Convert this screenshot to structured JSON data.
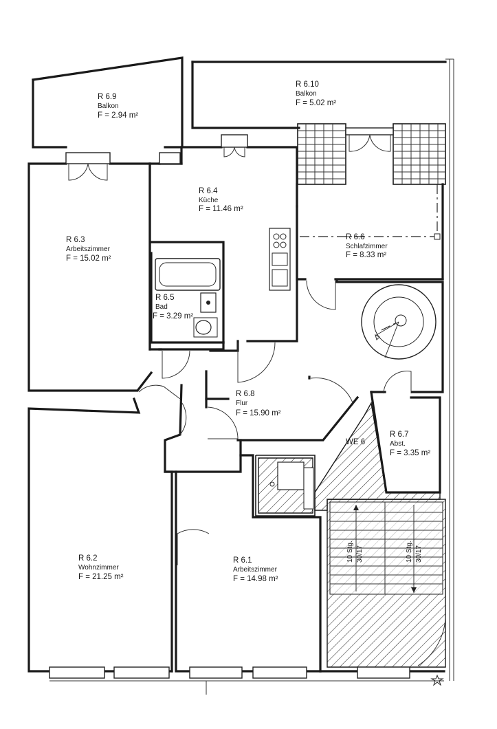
{
  "rooms": {
    "r6_9": {
      "id": "R 6.9",
      "name": "Balkon",
      "area": "F = 2.94 m²"
    },
    "r6_10": {
      "id": "R 6.10",
      "name": "Balkon",
      "area": "F = 5.02 m²"
    },
    "r6_3": {
      "id": "R 6.3",
      "name": "Arbeitszimmer",
      "area": "F = 15.02 m²"
    },
    "r6_4": {
      "id": "R 6.4",
      "name": "Küche",
      "area": "F = 11.46 m²"
    },
    "r6_6": {
      "id": "R 6.6",
      "name": "Schlafzimmer",
      "area": "F = 8.33 m²"
    },
    "r6_5": {
      "id": "R 6.5",
      "name": "Bad",
      "area": "F = 3.29 m²"
    },
    "r6_8": {
      "id": "R 6.8",
      "name": "Flur",
      "area": "F = 15.90 m²"
    },
    "r6_7": {
      "id": "R 6.7",
      "name": "Abst.",
      "area": "F = 3.35 m²"
    },
    "r6_2": {
      "id": "R 6.2",
      "name": "Wohnzimmer",
      "area": "F = 21.25 m²"
    },
    "r6_1": {
      "id": "R 6.1",
      "name": "Arbeitszimmer",
      "area": "F = 14.98 m²"
    }
  },
  "unit_label": "WE 6",
  "stairs": {
    "left": {
      "steps": "10 Stg.",
      "ratio": "30/17"
    },
    "right": {
      "steps": "10 Stg.",
      "ratio": "30/17"
    }
  },
  "colors": {
    "line": "#1a1a1a",
    "background": "#ffffff"
  }
}
